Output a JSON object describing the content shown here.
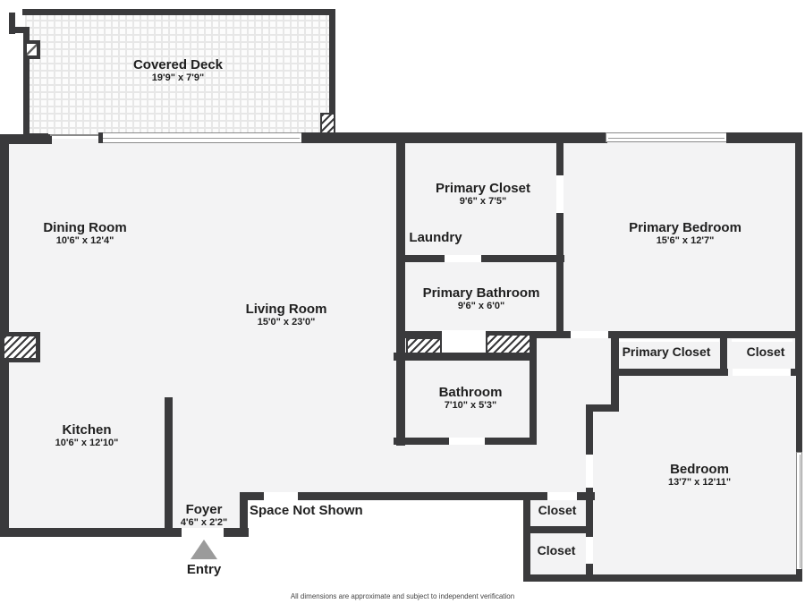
{
  "palette": {
    "wall": "#3a3a3c",
    "room_fill": "#f3f3f4",
    "text": "#1f1f1f",
    "window_outline": "#8a8a8a",
    "entry_arrow": "#9b9b9b",
    "page_bg": "#ffffff"
  },
  "rooms": [
    {
      "name": "Covered Deck",
      "dims": "19'9\" x 7'9\""
    },
    {
      "name": "Dining Room",
      "dims": "10'6\" x 12'4\""
    },
    {
      "name": "Living Room",
      "dims": "15'0\" x 23'0\""
    },
    {
      "name": "Kitchen",
      "dims": "10'6\" x 12'10\""
    },
    {
      "name": "Foyer",
      "dims": "4'6\" x 2'2\""
    },
    {
      "name": "Primary Closet",
      "dims": "9'6\" x 7'5\""
    },
    {
      "name": "Laundry"
    },
    {
      "name": "Primary Bathroom",
      "dims": "9'6\" x 6'0\""
    },
    {
      "name": "Primary Bedroom",
      "dims": "15'6\" x 12'7\""
    },
    {
      "name": "Bathroom",
      "dims": "7'10\" x 5'3\""
    },
    {
      "name": "Primary Closet"
    },
    {
      "name": "Closet"
    },
    {
      "name": "Bedroom",
      "dims": "13'7\" x 12'11\""
    },
    {
      "name": "Closet"
    },
    {
      "name": "Closet"
    }
  ],
  "annotations": {
    "entry_label": "Entry",
    "space_not_shown": "Space Not Shown"
  },
  "footer": {
    "disclaimer": "All dimensions are approximate and subject to independent verification"
  }
}
